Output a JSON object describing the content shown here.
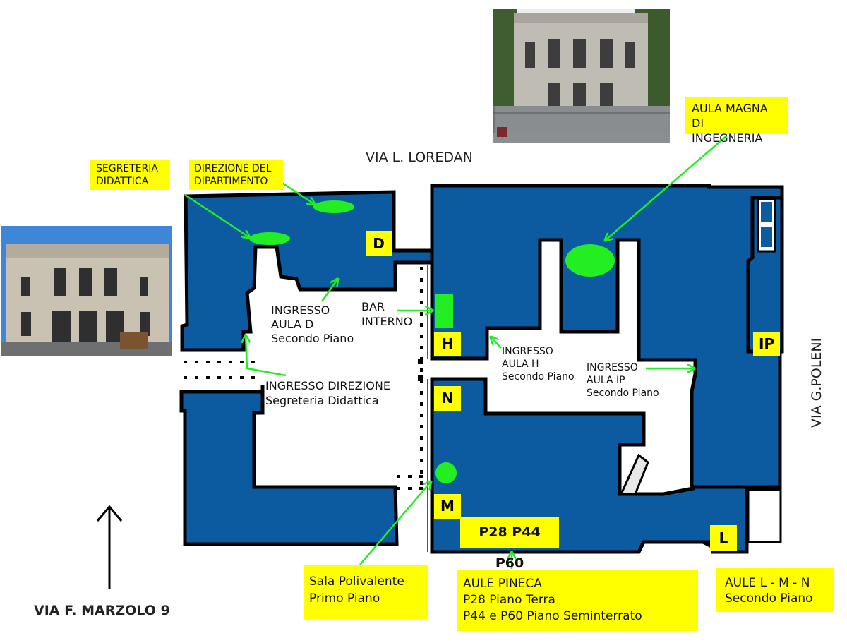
{
  "streets": {
    "north": "VIA L. LOREDAN",
    "east": "VIA G.POLENI",
    "main_address": "VIA F. MARZOLO 9"
  },
  "buildings": {
    "D": "D",
    "H": "H",
    "N": "N",
    "M": "M",
    "IP": "IP",
    "L": "L"
  },
  "labels": {
    "segreteria_didattica": "SEGRETERIA\nDIDATTICA",
    "direzione_dipartimento": "DIREZIONE DEL\nDIPARTIMENTO",
    "aula_magna": "AULA MAGNA DI\nINGEGNERIA",
    "pineca_rooms": "P28 P44 P60",
    "sala_polivalente": "Sala Polivalente\nPrimo Piano",
    "aule_pineca": "AULE PINECA\nP28 Piano Terra\nP44 e P60 Piano Seminterrato",
    "aule_lmn": "AULE L - M - N\nSecondo Piano"
  },
  "annotations": {
    "ingresso_aula_d": "INGRESSO\nAULA D\nSecondo Piano",
    "bar_interno": "BAR\nINTERNO",
    "ingresso_direzione": "INGRESSO DIREZIONE\nSegreteria Didattica",
    "ingresso_aula_h": "INGRESSO\nAULA H\nSecondo Piano",
    "ingresso_aula_ip": "INGRESSO\nAULA IP\nSecondo Piano"
  },
  "colors": {
    "building": "#0c5aa0",
    "marker": "#22ee22",
    "label": "#ffff00",
    "outline": "#000000"
  },
  "icons": {
    "north": "north-arrow-icon"
  }
}
